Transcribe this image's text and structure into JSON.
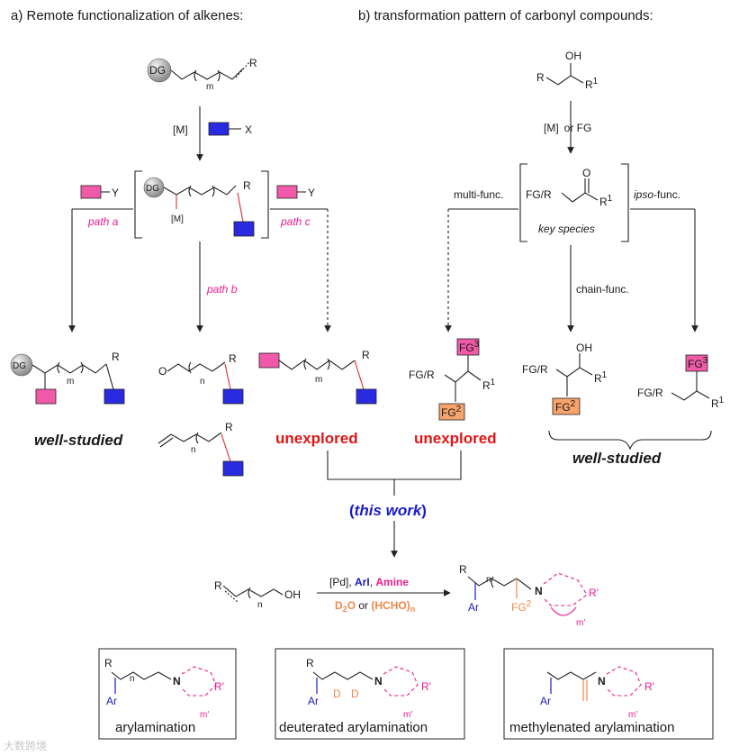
{
  "titles": {
    "left": "a) Remote functionalization of alkenes:",
    "right": "b) transformation pattern of carbonyl compounds:"
  },
  "left": {
    "dg": "DG",
    "m": "m",
    "n": "n",
    "r": "R",
    "metal_reagent": "[M]",
    "x": "X",
    "y": "Y",
    "metal": "[M]",
    "path_a": "path a",
    "path_b": "path b",
    "path_c": "path c",
    "o": "O",
    "well_studied": "well-studied",
    "unexplored": "unexplored"
  },
  "right": {
    "oh": "OH",
    "r": "R",
    "r1": "R",
    "sup1": "1",
    "conditions_m": "[M]",
    "conditions_or": "or FG",
    "multi_func": "multi-func.",
    "ipso": "ipso",
    "ipso_rest": "-func.",
    "fg_r": "FG/R",
    "o": "O",
    "key_species": "key species",
    "chain_func": "chain-func.",
    "fg": "FG",
    "sup2": "2",
    "sup3": "3",
    "unexplored": "unexplored",
    "well_studied": "well-studied"
  },
  "this_work": {
    "open": "(",
    "text": "this work",
    "close": ")"
  },
  "reaction": {
    "r": "R",
    "n": "n",
    "oh": "OH",
    "cat": "[Pd], ",
    "arl": "ArI",
    "comma": ", ",
    "amine": "Amine",
    "d2o_d": "D",
    "d2o_2": "2",
    "d2o_o": "O",
    "or": " or ",
    "hcho": "(HCHO)",
    "hcho_n": "n",
    "ar": "Ar",
    "fg": "FG",
    "fg_sup": "2",
    "n_atom": "N",
    "r_prime": "R'",
    "m_prime": "m'"
  },
  "boxes": [
    {
      "label": "arylamination"
    },
    {
      "label": "deuterated arylamination"
    },
    {
      "label": "methylenated arylamination"
    }
  ],
  "watermark": "大数跨境"
}
